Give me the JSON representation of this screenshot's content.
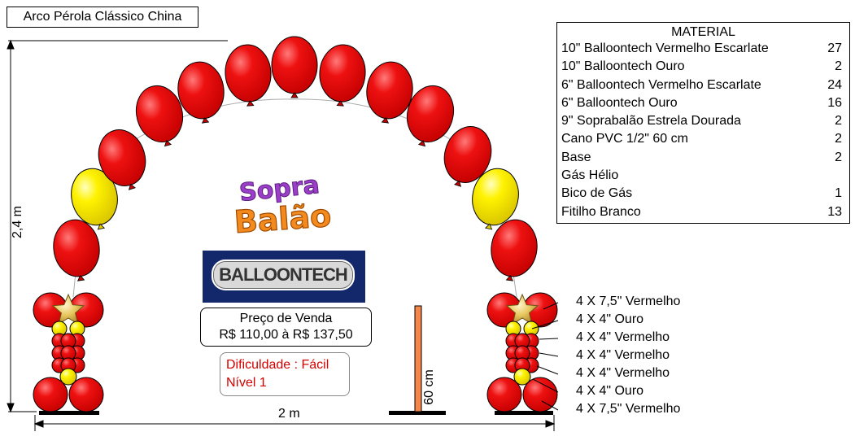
{
  "title": "Arco Pérola Clássico China",
  "material": {
    "header": "MATERIAL",
    "items": [
      {
        "name": "10\" Balloontech Vermelho Escarlate",
        "qty": "27"
      },
      {
        "name": "10\" Balloontech Ouro",
        "qty": "2"
      },
      {
        "name": "6\" Balloontech Vermelho Escarlate",
        "qty": "24"
      },
      {
        "name": "6\" Balloontech Ouro",
        "qty": "16"
      },
      {
        "name": "9\" Soprabalão Estrela Dourada",
        "qty": "2"
      },
      {
        "name": "Cano PVC 1/2\" 60 cm",
        "qty": "2"
      },
      {
        "name": "Base",
        "qty": "2"
      },
      {
        "name": "Gás Hélio",
        "qty": ""
      },
      {
        "name": "Bico de Gás",
        "qty": "1"
      },
      {
        "name": "Fitilho Branco",
        "qty": "13"
      }
    ]
  },
  "dimensions": {
    "height": "2,4 m",
    "width": "2 m",
    "pole": "60 cm"
  },
  "price": {
    "label": "Preço de Venda",
    "value": "R$ 110,00 à R$ 137,50"
  },
  "difficulty": {
    "line1": "Dificuldade : Fácil",
    "line2": "Nível 1"
  },
  "logos": {
    "sopra_line1": "Sopra",
    "sopra_line2": "Balão",
    "balloontech": "BALLOONTECH"
  },
  "column_labels": [
    "4 X 7,5\" Vermelho",
    "4 X 4\" Ouro",
    "4 X 4\" Vermelho",
    "4 X 4\" Vermelho",
    "4 X 4\" Vermelho",
    "4 X 4\" Ouro",
    "4 X 7,5\" Vermelho"
  ],
  "colors": {
    "red": "#e60000",
    "yellow": "#ffee00",
    "gold_star": "#e8c860",
    "logo_blue": "#13286b",
    "difficulty_text": "#d40000"
  }
}
